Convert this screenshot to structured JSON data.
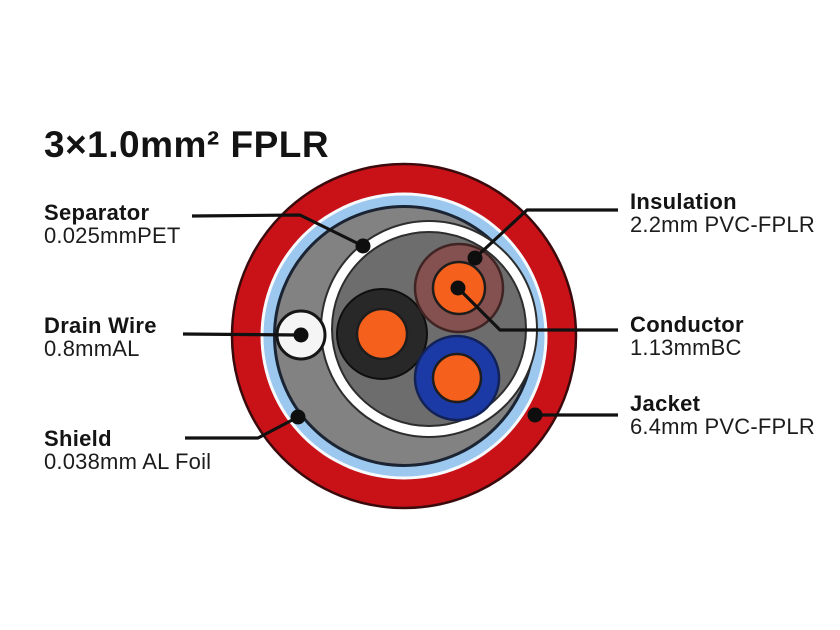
{
  "title": "3×1.0mm² FPLR",
  "labels": {
    "separator": {
      "name": "Separator",
      "value": "0.025mmPET"
    },
    "drain_wire": {
      "name": "Drain Wire",
      "value": "0.8mmAL"
    },
    "shield": {
      "name": "Shield",
      "value": "0.038mm AL Foil"
    },
    "insulation": {
      "name": "Insulation",
      "value": "2.2mm PVC-FPLR"
    },
    "conductor": {
      "name": "Conductor",
      "value": "1.13mmBC"
    },
    "jacket": {
      "name": "Jacket",
      "value": "6.4mm PVC-FPLR"
    }
  },
  "colors": {
    "jacket_red": "#c81218",
    "foil_highlight": "#f7fafc",
    "foil_blue": "#9cc8ef",
    "shield_gray": "#828282",
    "core_gray": "#6d6d6d",
    "separator_white": "#ffffff",
    "drain_white": "#f5f5f5",
    "insulation_black": "#282828",
    "insulation_brown": "#855150",
    "insulation_blue": "#1c3aa6",
    "conductor_orange": "#f5611c",
    "line_black": "#111111"
  }
}
